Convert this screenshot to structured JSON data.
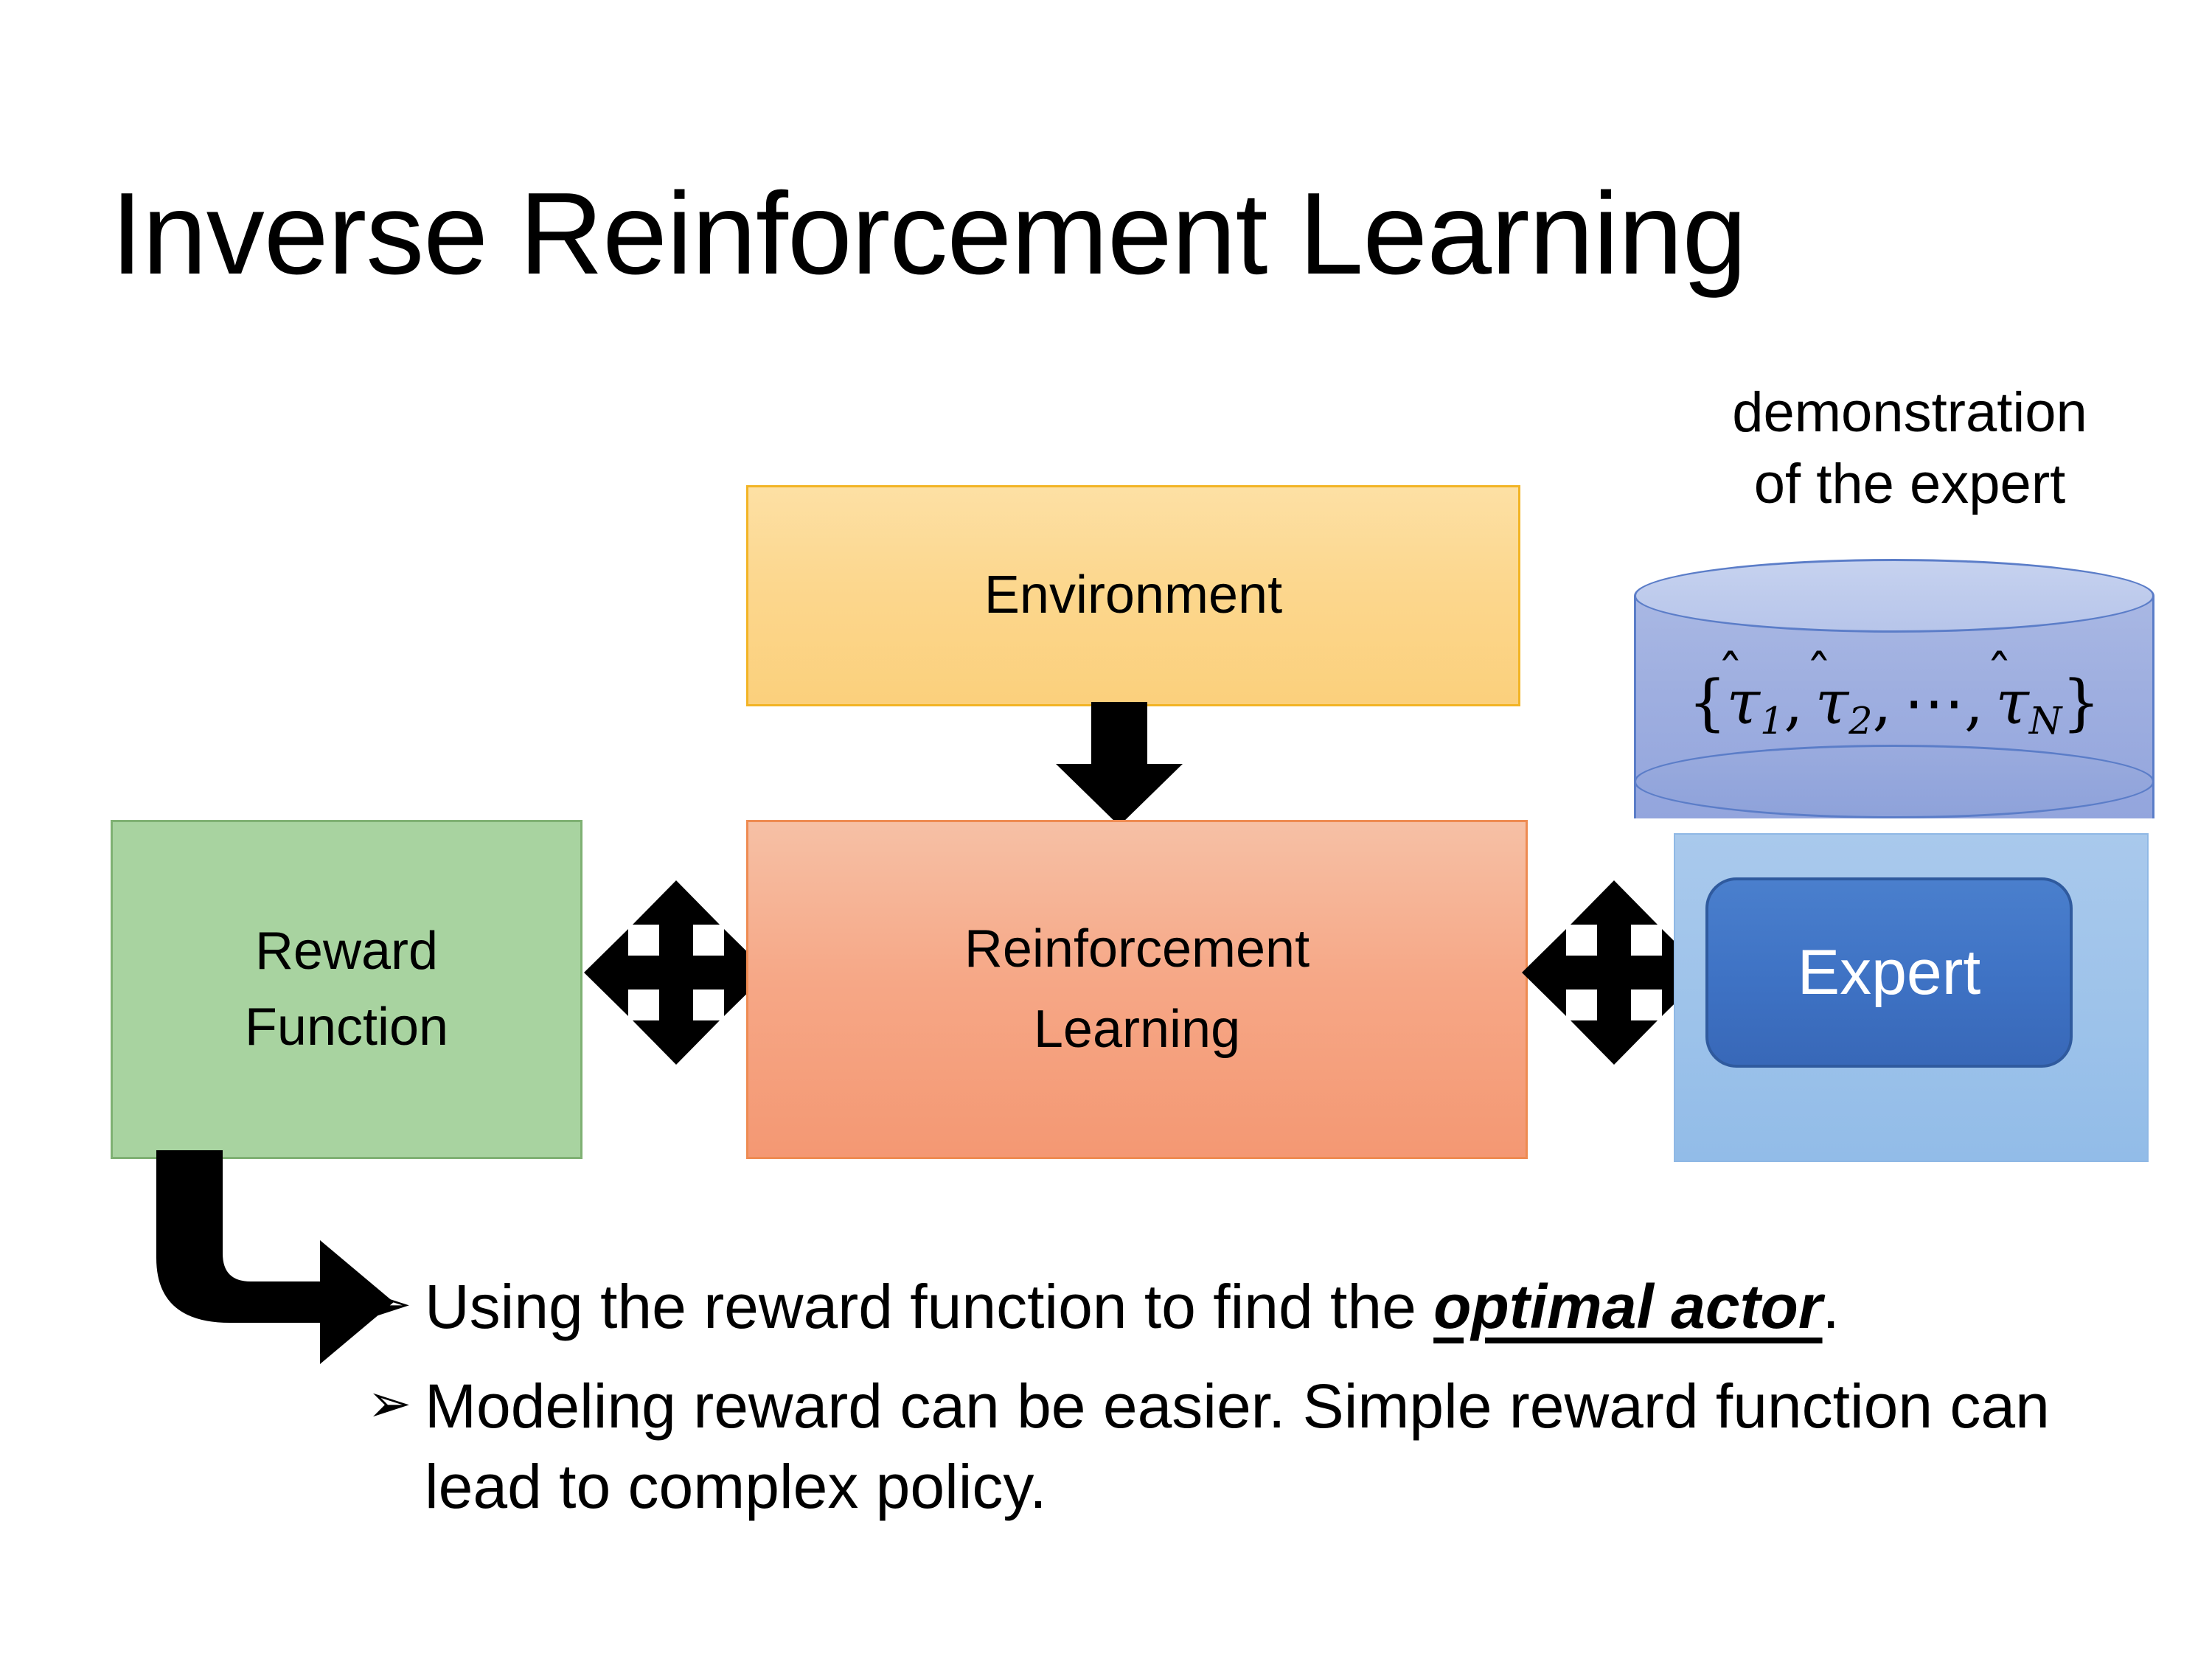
{
  "slide": {
    "title": "Inverse Reinforcement Learning",
    "background_color": "#FFFFFF"
  },
  "diagram": {
    "environment": {
      "label": "Environment",
      "fill_color": "#FCD78E",
      "border_color": "#F2B425"
    },
    "reinforcement_learning": {
      "label_line1": "Reinforcement",
      "label_line2": "Learning",
      "fill_color": "#F6A786",
      "border_color": "#EE8B52"
    },
    "reward_function": {
      "label_line1": "Reward",
      "label_line2": "Function",
      "fill_color": "#A8D3A0",
      "border_color": "#7FB173"
    },
    "demonstration": {
      "caption_line1": "demonstration",
      "caption_line2": "of the expert",
      "cylinder_fill_color": "#9FAFE0",
      "cylinder_top_color": "#C6D2EF",
      "cylinder_border_color": "#5B7DC8",
      "formula_open": "{",
      "formula_tau": "τ",
      "formula_hat": "̂",
      "formula_sub1": "1",
      "formula_sub2": "2",
      "formula_ellipsis": "⋯",
      "formula_subN": "N",
      "formula_comma": ",",
      "formula_close": "}",
      "formula_plain": "{τ̂1, τ̂2, ⋯, τ̂N}"
    },
    "expert": {
      "label": "Expert",
      "button_fill_color": "#3E72C4",
      "button_border_color": "#2F5A9E",
      "panel_fill_color": "#9CC2EA",
      "text_color": "#FFFFFF"
    },
    "connectors": {
      "environment_to_rl": "down-arrow",
      "reward_to_rl": "four-way-arrow",
      "rl_to_expert": "four-way-arrow",
      "reward_to_bullets": "elbow-arrow",
      "color": "#000000"
    }
  },
  "bullets": {
    "marker": "➢",
    "items": [
      {
        "prefix": "Using the reward function to find the ",
        "emphasis": "optimal actor",
        "suffix": "."
      },
      {
        "prefix": "Modeling reward can be easier. Simple reward function can lead to complex policy.",
        "emphasis": "",
        "suffix": ""
      }
    ]
  }
}
